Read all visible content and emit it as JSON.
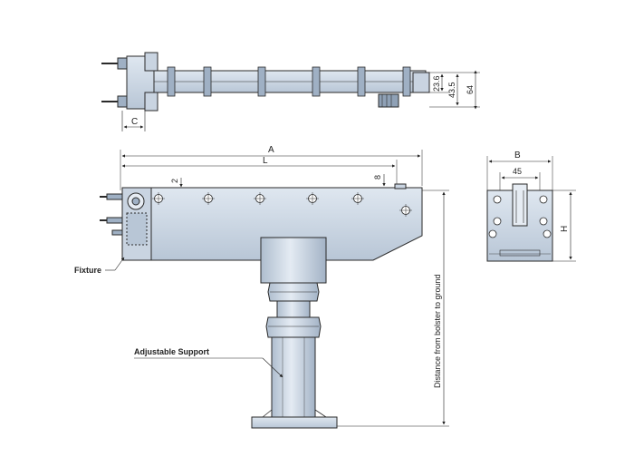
{
  "colors": {
    "steel": "#c9d4e1",
    "steel_dark": "#9fb0c4",
    "steel_light": "#e6ecf3",
    "outline": "#2a2a2a",
    "dimension_line": "#222222",
    "background": "#ffffff"
  },
  "top_view": {
    "dim_c": "C",
    "dim_23_6": "23.6",
    "dim_43_5": "43.5",
    "dim_64": "64"
  },
  "side_view": {
    "dim_A": "A",
    "dim_L": "L",
    "dim_2": "2",
    "dim_8": "8",
    "label_fixture": "Fixture",
    "label_adjustable_support": "Adjustable Support",
    "label_distance": "Distance from bolster to ground"
  },
  "end_view": {
    "dim_B": "B",
    "dim_45": "45",
    "dim_H": "H"
  }
}
